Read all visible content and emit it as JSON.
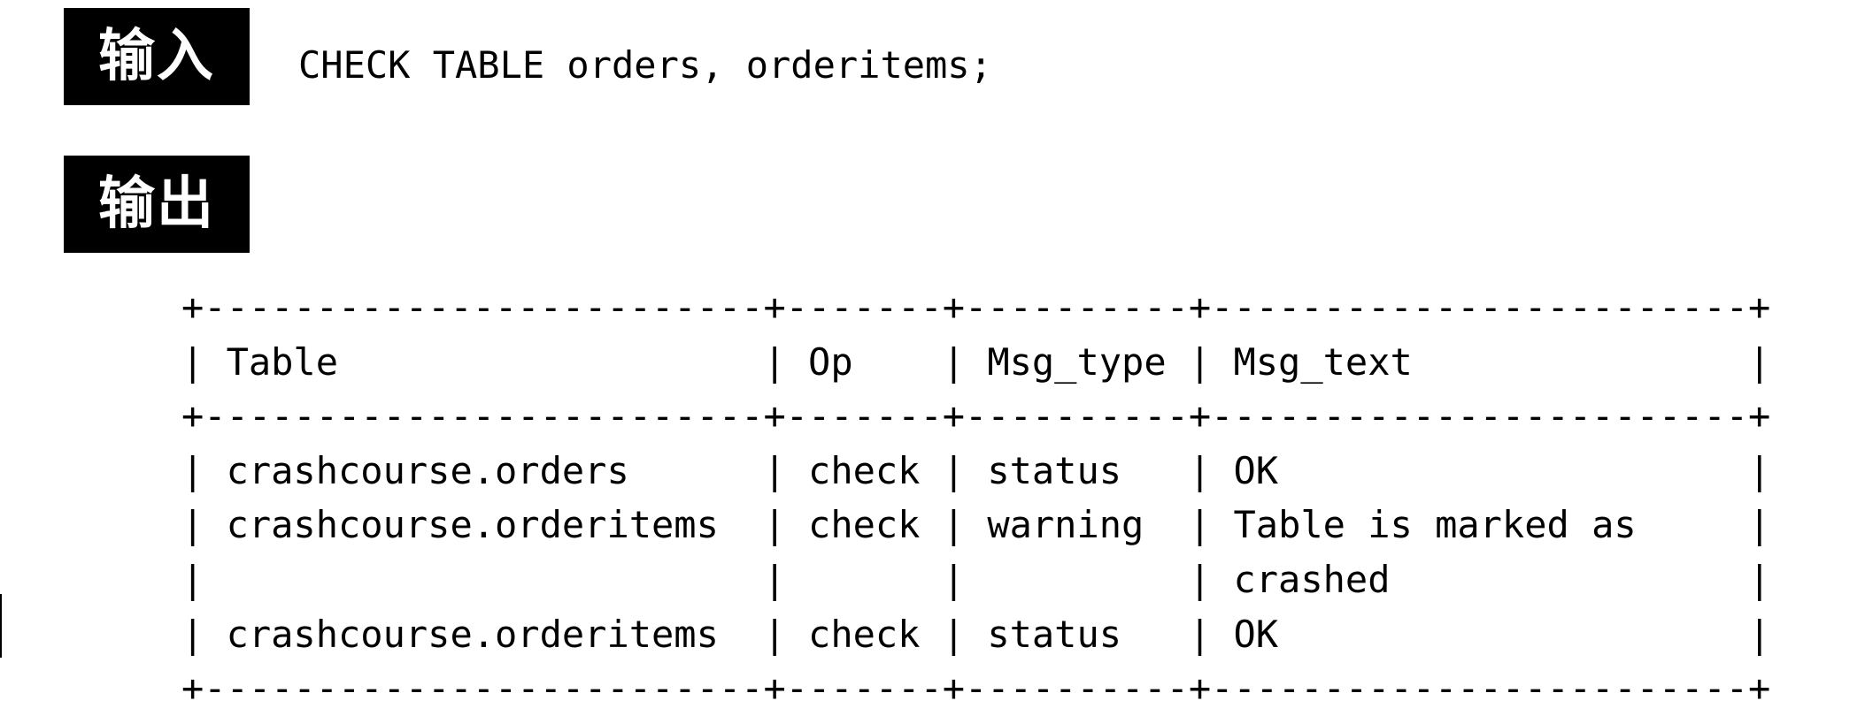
{
  "input_label": "输入",
  "output_label": "输出",
  "command": "CHECK TABLE orders, orderitems;",
  "table": {
    "border": "+-------------------------+-------+----------+------------------------+",
    "rows": [
      {
        "table": "Table",
        "op": "Op",
        "msg_type": "Msg_type",
        "msg_text": "Msg_text"
      },
      {
        "table": "crashcourse.orders",
        "op": "check",
        "msg_type": "status",
        "msg_text": "OK"
      },
      {
        "table": "crashcourse.orderitems",
        "op": "check",
        "msg_type": "warning",
        "msg_text": "Table is marked as"
      },
      {
        "table": "",
        "op": "",
        "msg_type": "",
        "msg_text": "crashed"
      },
      {
        "table": "crashcourse.orderitems",
        "op": "check",
        "msg_type": "status",
        "msg_text": "OK"
      }
    ]
  }
}
